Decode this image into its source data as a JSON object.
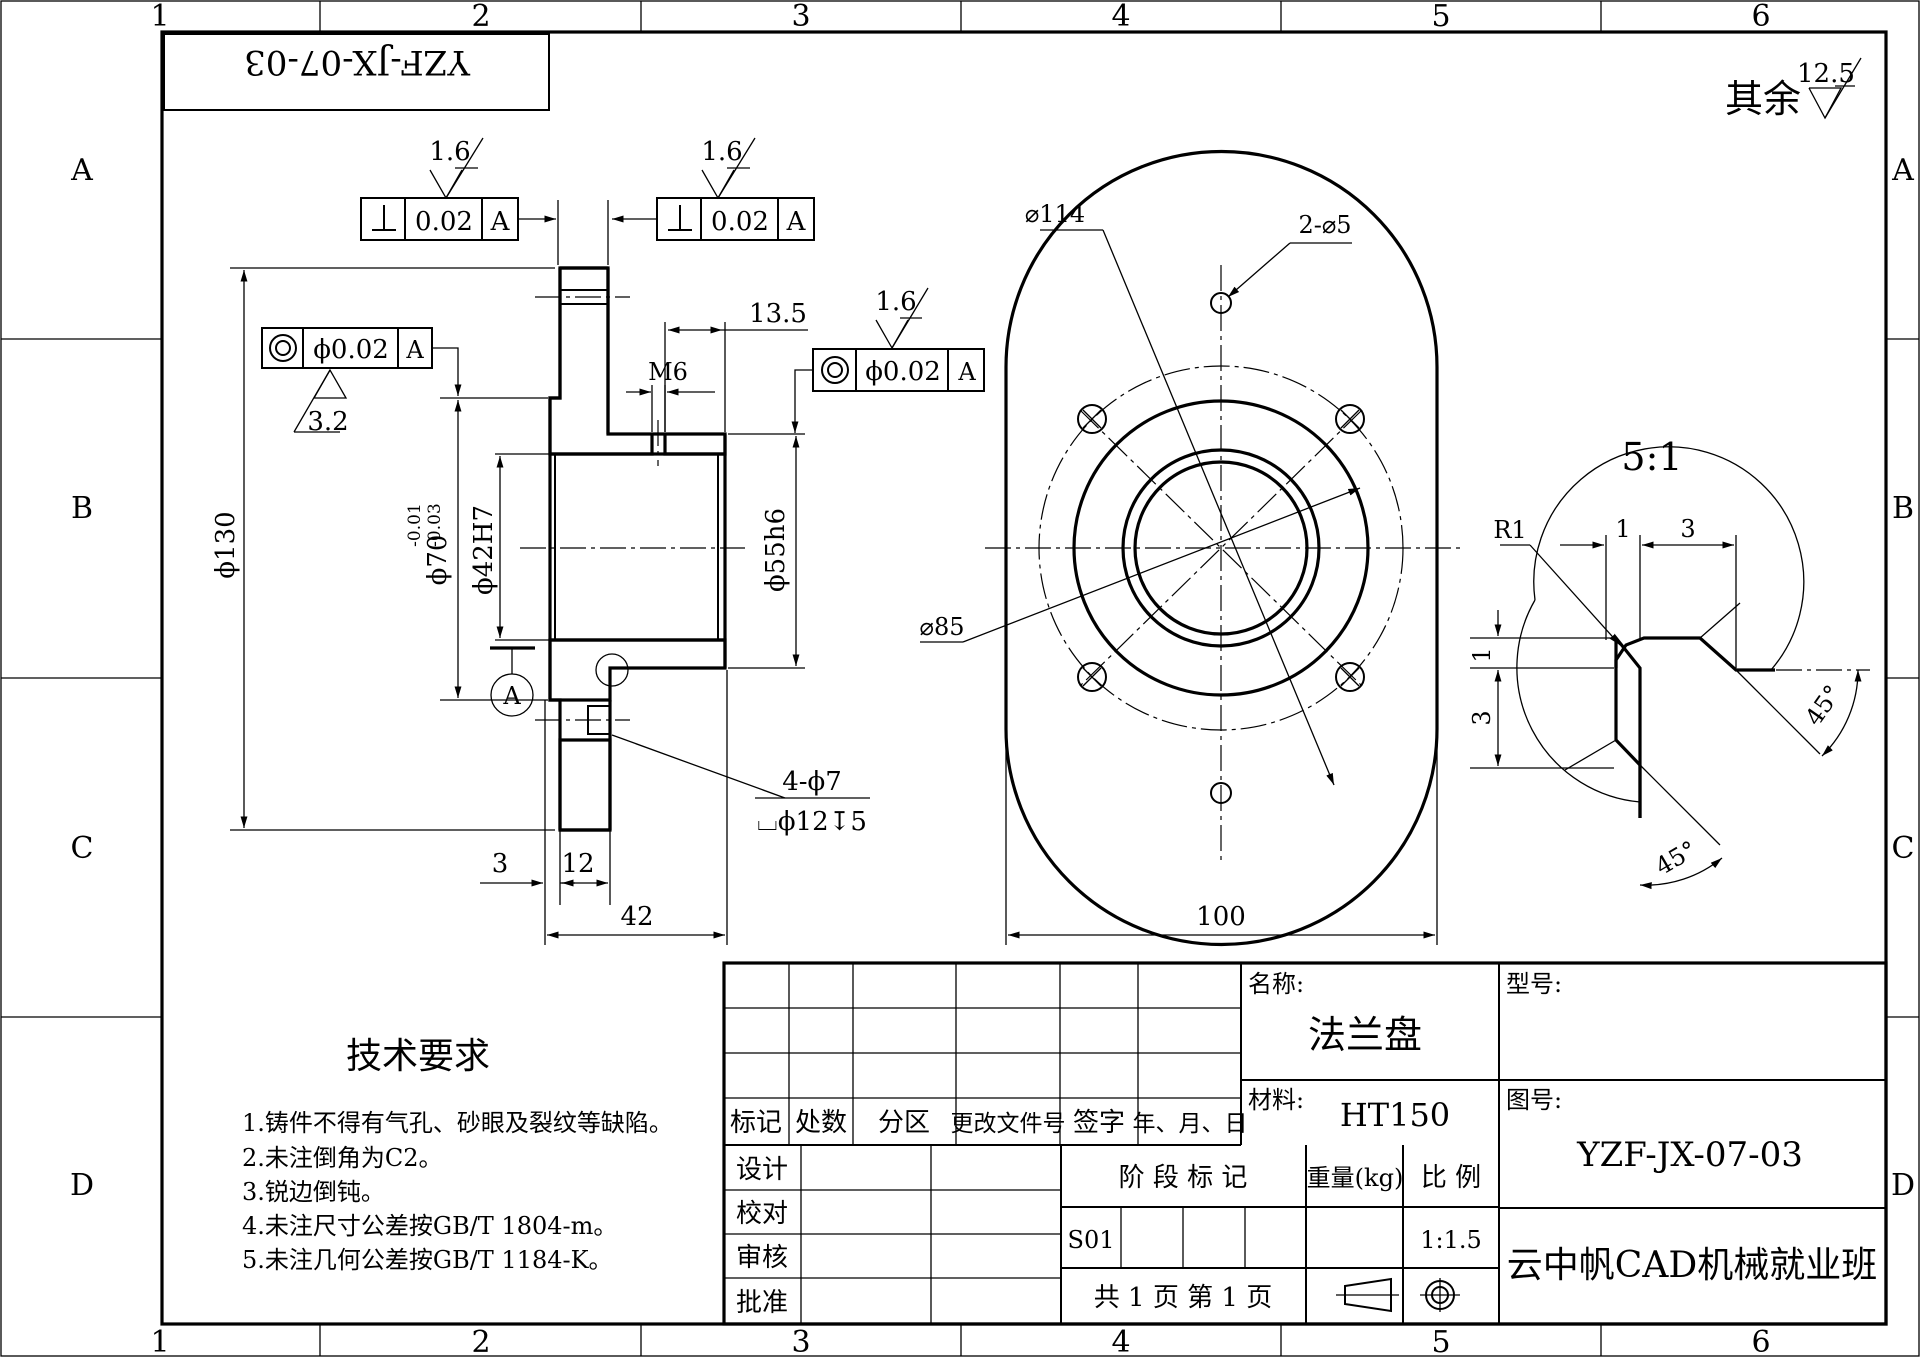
{
  "drawing": {
    "code_rotated": "YZF-JX-07-03",
    "remaining_roughness_label": "其余",
    "remaining_roughness_value": "12.5",
    "detail_scale": "5:1"
  },
  "grid": {
    "columns": [
      "1",
      "2",
      "3",
      "4",
      "5",
      "6"
    ],
    "rows": [
      "A",
      "B",
      "C",
      "D"
    ]
  },
  "tolerances": {
    "perp_left": {
      "value": "0.02",
      "datum": "A",
      "roughness": "1.6"
    },
    "perp_right": {
      "value": "0.02",
      "datum": "A",
      "roughness": "1.6"
    },
    "conc_left": {
      "value": "ϕ0.02",
      "datum": "A",
      "roughness": "3.2"
    },
    "conc_right": {
      "value": "ϕ0.02",
      "datum": "A",
      "roughness": "1.6"
    },
    "datum_label": "A"
  },
  "dimensions": {
    "d130": "ϕ130",
    "d70": "ϕ70",
    "d70_upper": "-0.01",
    "d70_lower": "-0.03",
    "d42": "ϕ42H7",
    "d55": "ϕ55h6",
    "m6": "M6",
    "len13_5": "13.5",
    "len3": "3",
    "len12": "12",
    "len42": "42",
    "holes_4": "4-ϕ7",
    "cbore": "⌴ϕ12↧5",
    "d114": "⌀114",
    "holes_2": "2-⌀5",
    "d85": "⌀85",
    "w100": "100",
    "r1": "R1",
    "det_1a": "1",
    "det_3a": "3",
    "det_1b": "1",
    "det_3b": "3",
    "ang_a": "45°",
    "ang_b": "45°"
  },
  "tech_requirements": {
    "title": "技术要求",
    "items": [
      "1.铸件不得有气孔、砂眼及裂纹等缺陷。",
      "2.未注倒角为C2。",
      "3.锐边倒钝。",
      "4.未注尺寸公差按GB/T 1804-m。",
      "5.未注几何公差按GB/T 1184-K。"
    ]
  },
  "title_block": {
    "rev_headers": [
      "标记",
      "处数",
      "分区",
      "更改文件号",
      "签字",
      "年、月、日"
    ],
    "roles": [
      "设计",
      "校对",
      "审核",
      "批准"
    ],
    "name_label": "名称:",
    "name_value": "法兰盘",
    "material_label": "材料:",
    "material_value": "HT150",
    "model_label": "型号:",
    "drawing_no_label": "图号:",
    "drawing_no_value": "YZF-JX-07-03",
    "stage_label": "阶 段 标 记",
    "weight_label": "重量(kg)",
    "ratio_label": "比 例",
    "stage_value": "S01",
    "ratio_value": "1:1.5",
    "pages": "共 1 页   第 1 页",
    "company": "云中帆CAD机械就业班"
  }
}
